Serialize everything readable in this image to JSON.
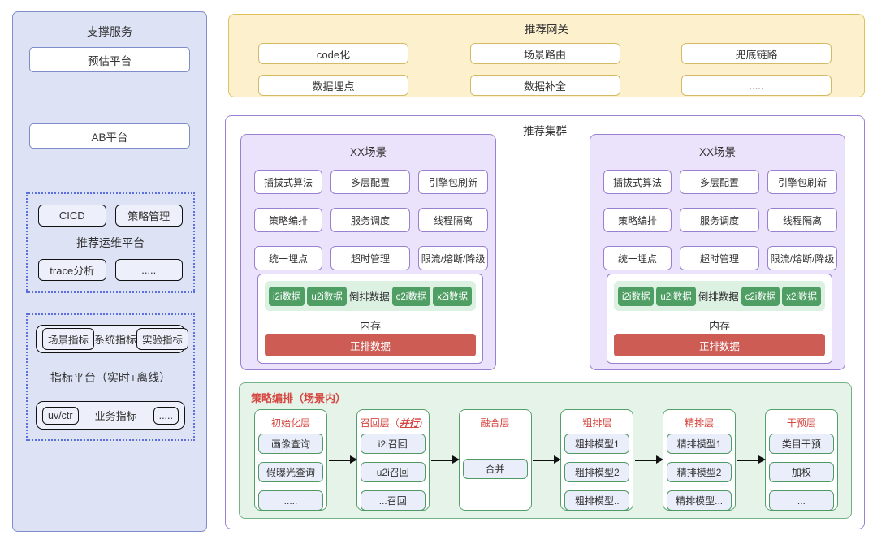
{
  "colors": {
    "sidebar_bg": "#dde2f5",
    "sidebar_border": "#7e8cc9",
    "box_border_blue": "#7e8cc9",
    "dotted_border": "#5c6fdf",
    "dark_box_bg": "#edf0fa",
    "gateway_bg": "#fdf0cc",
    "gateway_border": "#dfc15e",
    "gateway_box_border": "#d4b966",
    "cluster_border": "#9c80d4",
    "scenario_bg": "#ebe3fb",
    "scenario_border": "#9b80d2",
    "mem_strip_bg": "#dcf1e2",
    "chip_bg": "#4f9e64",
    "red_bar_bg": "#cd5c55",
    "flow_bg": "#e6f3e9",
    "flow_border": "#74b183",
    "stage_border": "#55a06a",
    "item_bg": "#e9eefa",
    "item_border": "#4f9a64",
    "red_text": "#d6453f",
    "text": "#333333",
    "arrow": "#111111"
  },
  "sidebar": {
    "title": "支撑服务",
    "platform_boxes": [
      "预估平台",
      "AB平台"
    ],
    "ops": {
      "label": "推荐运维平台",
      "top_items": [
        "CICD",
        "策略管理"
      ],
      "bottom_items": [
        "trace分析",
        "....."
      ]
    },
    "metrics": {
      "label": "指标平台（实时+离线）",
      "rows": [
        [
          {
            "t": "box",
            "label": "场景指标"
          },
          {
            "t": "text",
            "label": "系统指标"
          },
          {
            "t": "box",
            "label": "实验指标"
          }
        ],
        [
          {
            "t": "box",
            "label": "uv/ctr"
          },
          {
            "t": "text",
            "label": "业务指标"
          },
          {
            "t": "box",
            "label": "....."
          }
        ]
      ]
    }
  },
  "gateway": {
    "title": "推荐网关",
    "items": [
      "code化",
      "场景路由",
      "兜底链路",
      "数据埋点",
      "数据补全",
      "....."
    ]
  },
  "cluster": {
    "title": "推荐集群",
    "scenarios": [
      {
        "title": "XX场景",
        "features": [
          "插拔式算法",
          "多层配置",
          "引擎包刷新",
          "策略编排",
          "服务调度",
          "线程隔离",
          "统一埋点",
          "超时管理",
          "限流/熔断/降级"
        ],
        "memory": {
          "row": [
            {
              "t": "chip",
              "label": "i2i数据"
            },
            {
              "t": "chip",
              "label": "u2i数据"
            },
            {
              "t": "text",
              "label": "倒排数据"
            },
            {
              "t": "chip",
              "label": "c2i数据"
            },
            {
              "t": "chip",
              "label": "x2i数据"
            }
          ],
          "label": "内存",
          "bar": "正排数据"
        }
      },
      {
        "title": "XX场景",
        "features": [
          "插拔式算法",
          "多层配置",
          "引擎包刷新",
          "策略编排",
          "服务调度",
          "线程隔离",
          "统一埋点",
          "超时管理",
          "限流/熔断/降级"
        ],
        "memory": {
          "row": [
            {
              "t": "chip",
              "label": "i2i数据"
            },
            {
              "t": "chip",
              "label": "u2i数据"
            },
            {
              "t": "text",
              "label": "倒排数据"
            },
            {
              "t": "chip",
              "label": "c2i数据"
            },
            {
              "t": "chip",
              "label": "x2i数据"
            }
          ],
          "label": "内存",
          "bar": "正排数据"
        }
      }
    ],
    "flow": {
      "title": "策略编排（场景内）",
      "stages": [
        {
          "title_prefix": "初始化层",
          "emph": "",
          "title_suffix": "",
          "center": false,
          "items": [
            "画像查询",
            "假曝光查询",
            "....."
          ]
        },
        {
          "title_prefix": "召回层（",
          "emph": "并行",
          "title_suffix": "）",
          "center": false,
          "items": [
            "i2i召回",
            "u2i召回",
            "...召回"
          ]
        },
        {
          "title_prefix": "融合层",
          "emph": "",
          "title_suffix": "",
          "center": true,
          "items": [
            "合并"
          ]
        },
        {
          "title_prefix": "粗排层",
          "emph": "",
          "title_suffix": "",
          "center": false,
          "items": [
            "粗排模型1",
            "粗排模型2",
            "粗排模型.."
          ]
        },
        {
          "title_prefix": "精排层",
          "emph": "",
          "title_suffix": "",
          "center": false,
          "items": [
            "精排模型1",
            "精排模型2",
            "精排模型..."
          ]
        },
        {
          "title_prefix": "干预层",
          "emph": "",
          "title_suffix": "",
          "center": false,
          "items": [
            "类目干预",
            "加权",
            "..."
          ]
        }
      ]
    }
  }
}
